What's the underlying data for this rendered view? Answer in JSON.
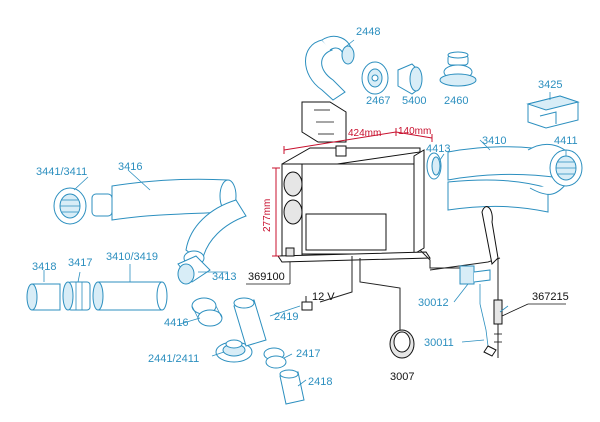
{
  "parts": {
    "p2448": "2448",
    "p2467": "2467",
    "p5400": "5400",
    "p2460": "2460",
    "p3425": "3425",
    "p3410_top": "3410",
    "p4411": "4411",
    "p4413": "4413",
    "p3441_3411": "3441/3411",
    "p3416": "3416",
    "p3418": "3418",
    "p3417": "3417",
    "p3410_3419": "3410/3419",
    "p3413": "3413",
    "p369100": "369100",
    "p4416": "4416",
    "p2441_2411": "2441/2411",
    "p2419": "2419",
    "p2417": "2417",
    "p2418": "2418",
    "p30012": "30012",
    "p30011": "30011",
    "p367215": "367215",
    "p3007": "3007",
    "voltage": "12 V"
  },
  "dimensions": {
    "width": "424mm",
    "depth": "140mm",
    "height": "277mm"
  },
  "colors": {
    "accessory_blue": "#2c8fbf",
    "heater_black": "#111111",
    "dimension_red": "#c8102e"
  }
}
